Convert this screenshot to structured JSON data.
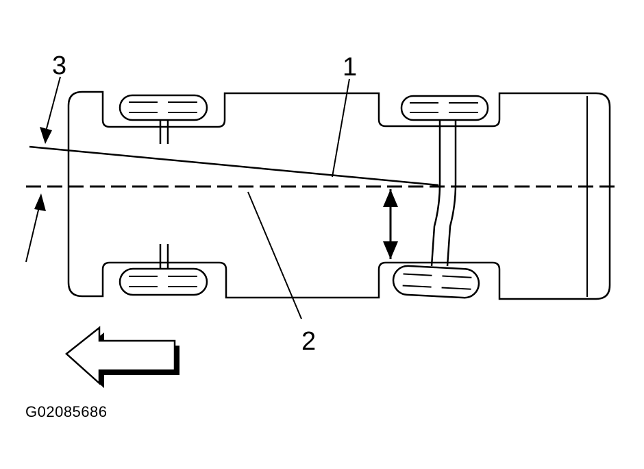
{
  "callouts": {
    "c1": "1",
    "c2": "2",
    "c3": "3"
  },
  "figure_id": "G02085686",
  "colors": {
    "ink": "#000000",
    "paper": "#ffffff"
  },
  "icons": {
    "direction": "arrow-left-icon",
    "measure": "double-arrow-icon"
  }
}
